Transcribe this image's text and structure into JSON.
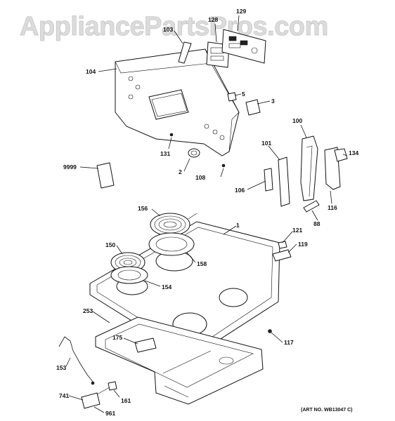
{
  "watermark": "AppliancePartsPros.com",
  "art_number": "(ART NO. WB13047 C)",
  "callouts": {
    "c129": "129",
    "c128": "128",
    "c103": "103",
    "c104": "104",
    "c5": "5",
    "c3": "3",
    "c100": "100",
    "c131": "131",
    "c101": "101",
    "c134": "134",
    "c9999": "9999",
    "c2": "2",
    "c108": "108",
    "c106": "106",
    "c116": "116",
    "c156": "156",
    "c88": "88",
    "c1": "1",
    "c121": "121",
    "c150": "150",
    "c119": "119",
    "c158": "158",
    "c154": "154",
    "c253": "253",
    "c175": "175",
    "c117": "117",
    "c153": "153",
    "c741": "741",
    "c161": "161",
    "c961": "961"
  }
}
